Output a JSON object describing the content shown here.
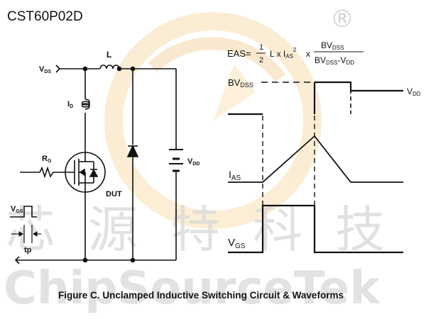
{
  "part_number": "CST60P02D",
  "watermark": {
    "brand": "ChipSourceTek",
    "chinese": "芯源特科技",
    "registered": "®"
  },
  "circuit": {
    "vds": {
      "main": "V",
      "sub": "DS"
    },
    "inductor": "L",
    "id": {
      "main": "I",
      "sub": "D"
    },
    "rg": {
      "main": "R",
      "sub": "G"
    },
    "dut": "DUT",
    "vdd": {
      "main": "V",
      "sub": "DD"
    },
    "vgs": {
      "main": "V",
      "sub": "GS"
    },
    "tp": "tp"
  },
  "waveforms": {
    "eas": {
      "prefix": "EAS=",
      "frac_num": "1",
      "frac_den": "2",
      "mid": "L x I",
      "ias_sub": "AS",
      "ias_sup": "2",
      "x": "x",
      "bv_num": {
        "main": "BV",
        "sub": "DSS"
      },
      "bv_den": {
        "main": "BV",
        "sub": "DSS",
        "rest": "-V",
        "rest_sub": "DD"
      }
    },
    "bvdss": {
      "main": "BV",
      "sub": "DSS"
    },
    "vdd": {
      "main": "V",
      "sub": "DD"
    },
    "ias": {
      "main": "I",
      "sub": "AS"
    },
    "vgs": {
      "main": "V",
      "sub": "GS"
    }
  },
  "caption": "Figure C. Unclamped Inductive Switching Circuit & Waveforms"
}
